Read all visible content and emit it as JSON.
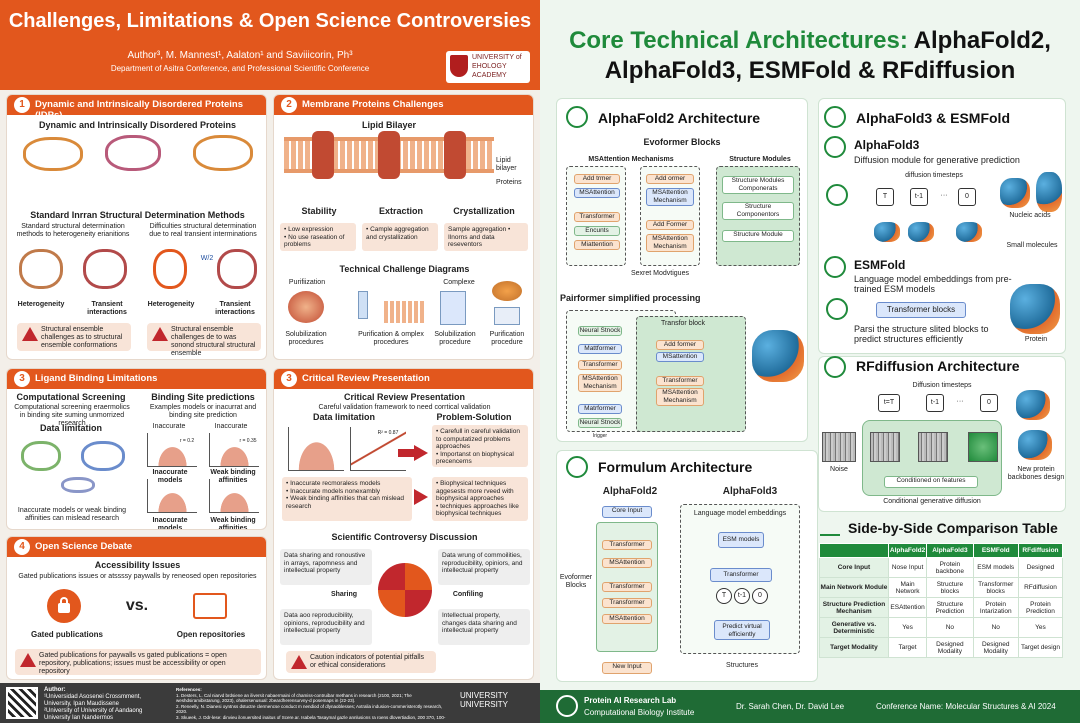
{
  "left": {
    "title": "Challenges, Limitations & Open Science Controversies",
    "authors": "Author³, M. Mannest¹, Aalaton¹ and Saviiicorin, Ph³",
    "department": "Department of Asitra Conference, and Professional Scientific Conference",
    "logo_text": "UNIVERSITY of EHOLOGY ACADEMY",
    "p1": {
      "num": "1",
      "title": "Dynamic and Intrinsically Disordered Proteins (IDPs)",
      "subtitle": "Dynamic and Intrinsically Disordered Proteins",
      "methods_title": "Standard Inrran Structural Determination Methods",
      "col1": "Standard structural determination methods to heterogeneity erianitions",
      "col2": "Difficulties structural determination due to real transient interminations",
      "lbl_het1": "Heterogeneity",
      "lbl_tr1": "Transient interactions",
      "lbl_het2": "Heterogeneity",
      "lbl_tr2": "Transient interactions",
      "w2": "W/2",
      "warn1": "Structural ensemble challenges as to structural ensemble conformations",
      "warn2": "Structural ensemble challenges de to was sonond structural structural ensemble"
    },
    "p2": {
      "num": "2",
      "title": "Membrane Proteins Challenges",
      "bilayer": "Lipid Bilayer",
      "lipid_lbl": "Lipid bilayer",
      "proteins_lbl": "Proteins",
      "stability": "Stability",
      "extraction": "Extraction",
      "crystallization": "Crystallization",
      "b1": "• Low expression\n• No use raseation of problems",
      "b2": "• Cample aggregation and crystallization",
      "b3": "Sample aggregation • Ilnorns and data reseventors",
      "diag_title": "Technical Challenge Diagrams",
      "purif": "Purifiization",
      "complexe": "Complexe",
      "s1": "Solubilization procedures",
      "s2": "Purification & omplex procedures",
      "s3": "Solubilization procedure",
      "s4": "Purification procedure"
    },
    "p3": {
      "num": "3",
      "title": "Ligand Binding Limitations",
      "comp": "Computational Screening",
      "comp_sub": "Computational screening eraermolics in binding site suming unmorrized research",
      "bsp": "Binding Site predictions",
      "bsp_sub": "Examples models or inacurrat and binding site prediction",
      "data_lim": "Data limitation",
      "inacc1": "Inaccurate",
      "inacc2": "Inaccurate",
      "r1": "r = 0.2",
      "r2": "r = 0.35",
      "im1": "Inaccurate models",
      "wb1": "Weak binding affinities",
      "im2": "Inaccurate models",
      "wb2": "Weak binding affinities",
      "caption": "Inaccurate models or weak binding affinities can mislead research"
    },
    "p4": {
      "num": "3",
      "title": "Critical Review Presentation",
      "sub": "Critical Review Presentation",
      "desc": "Careful validation framework to need corrtical validation",
      "data_lim": "Data limitation",
      "ps": "Problem-Solution",
      "r2": "R² = 0.87",
      "ps1": "• Carefull in careful validation to computatized problems approaches\n• Importanst on biophysical precencerns",
      "bul": "• Inaccurate recmoraless models\n• Inaccurate models nonexambly\n• Weak binding affinities that can mislead research",
      "ps2": "• Biophysical techniques aggesests more rveed with biophysical approaches\n• techniques approaches like biophysical techniques",
      "sci": "Scientific Controversy Discussion",
      "q1": "Data sharing and ronoustive in arrays, rapomness and intellectual property",
      "q2": "Data wrung of commoilities, reproducibility, opiniors, and intellectual property",
      "q3": "Data aoo reproducibility, opinions, reproducibility and intellectual property",
      "q4": "Intellectual property, changes data sharing and intellectual property",
      "sharing": "Sharing",
      "conflict": "Confiling",
      "warn": "Caution indicators of potential pitfalls or ethical considerations"
    },
    "p5": {
      "num": "4",
      "title": "Open Science Debate",
      "sub": "Accessibility Issues",
      "desc": "Gated publications issues or atssssy paywalls by reneosed open repositories",
      "gated": "Gated publications",
      "vs": "vs.",
      "open": "Open repositories",
      "warn": "Gated publications for paywalls vs gated publications = open repository, publications; issues must be accessibility or open repository"
    },
    "footer": {
      "author_h": "Author:",
      "author_t": "¹Universidad Asosenei Crossmment, University, Ipan Maudissene\n²University of University of Aandaong University Ian Nandermos",
      "refs_h": "References:",
      "refs_t": "1. Desters, L. Cal niarvd brdsiene an iliversit nabaermaini of chamiss-contruibar methans in research (2100, 2021; The weshdsiramibistarung, 2023), ohalersenusual: zbeardherensurvny-d posemaps in (22-23).\n2. Reneelly, N. Dianesi oyntnss dstuctre clermencse conduct m nendiod of dlynaoblesses; Axtralia indusion-commeristerotly research, 2020.\n3. Skueek, J. Ddr-lese: dinvieu ilonuersited inaitus of Scere.ar. Isabela Tasaymal gazle annlusions ra roens dlovertiadion, 200 370, 100-170.",
      "univ": "UNIVERSITY UNIVERSITY"
    }
  },
  "right": {
    "title_green": "Core Technical Architectures:",
    "title_rest": " AlphaFold2, AlphaFold3, ESMFold & RFdiffusion",
    "af2": {
      "h": "AlphaFold2 Architecture",
      "evo": "Evoformer Blocks",
      "msa_mech": "MSAttention Mechanisms",
      "struct_mod": "Structure Modules",
      "c1": [
        "Add trmer",
        "MSAttention",
        "Transformer",
        "Encunts",
        "Miattention"
      ],
      "c2": [
        "Add ormer",
        "MSAttention Mechanism",
        "Add Former",
        "MSAttention Mechanism"
      ],
      "c3": [
        "Structure Modules Componerats",
        "Structure Componentors",
        "Structure Module"
      ],
      "sexret": "Sexret Modvtigues",
      "pair": "Pairformer simplified processing",
      "pc1": [
        "Neural Stnock",
        "Mattformer",
        "Transformer",
        "MSAttention Mechanism",
        "Matrformer",
        "Neural Stnock"
      ],
      "pc2": [
        "Transfor block",
        "Add former",
        "MSattention",
        "Transformer",
        "MSAttention Mechanism"
      ],
      "trigger": "Irigger"
    },
    "form": {
      "h": "Formulum Architecture",
      "af2": "AlphaFold2",
      "af3": "AlphaFold3",
      "core": "Core Input",
      "stack": [
        "Transformer",
        "MSAttention",
        "Transformer",
        "Transformer",
        "MSAttention"
      ],
      "evo": "Evoformer Blocks",
      "newin": "New Input",
      "lme": "Language model embeddings",
      "esm": "ESM models",
      "trans": "Transformer",
      "pred": "Predict virtual efficiently",
      "structs": "Structures",
      "t": "T",
      "t1": "t-1",
      "zero": "0"
    },
    "af3": {
      "h": "AlphaFold3 & ESMFold",
      "sub": "AlphaFold3",
      "desc": "Diffusion module for generative prediction",
      "timesteps": "diffusion timesteps",
      "t": "T",
      "t1": "t-1",
      "dots": "···",
      "zero": "0",
      "na": "Nucleic acids",
      "sm": "Small molecules",
      "esm_h": "ESMFold",
      "esm_desc": "Language model embeddings from pre-trained ESM models",
      "tb": "Transformer blocks",
      "esm_caption": "Parsi the structure slited blocks to predict structures efficiently",
      "protein": "Protein"
    },
    "rf": {
      "h": "RFdiffusion Architecture",
      "ts": "Diffusion timesteps",
      "tT": "t=T",
      "t1": "t-1",
      "dots": "···",
      "zero": "0",
      "noise": "Noise",
      "cond": "Conditioned on features",
      "cgd": "Conditional generative diffusion",
      "np": "New protein backbones design"
    },
    "table": {
      "h": "Side-by-Side Comparison Table",
      "cols": [
        "",
        "AlphaFold2",
        "AlphaFold3",
        "ESMFold",
        "RFdiffusion"
      ],
      "rows": [
        [
          "Core Input",
          "Nose Input",
          "Protein backbone",
          "ESM models",
          "Designed"
        ],
        [
          "Main Network Module",
          "Main Network",
          "Structure blocks",
          "Transformer blocks",
          "RFdiffusion"
        ],
        [
          "Structure Prediction Mechanism",
          "ESAttention",
          "Structure Prediction",
          "Protein Intarization",
          "Protein Prediction"
        ],
        [
          "Generative vs. Deterministic",
          "Yes",
          "No",
          "No",
          "Yes"
        ],
        [
          "Target Modality",
          "Target",
          "Designed Modality",
          "Designed Modality",
          "Target design"
        ]
      ]
    },
    "footer": {
      "lab": "Protein AI Research Lab",
      "inst": "Computational Biology Institute",
      "authors": "Dr. Sarah Chen, Dr. David Lee",
      "conf": "Conference Name: Molecular Structures & AI 2024"
    }
  }
}
